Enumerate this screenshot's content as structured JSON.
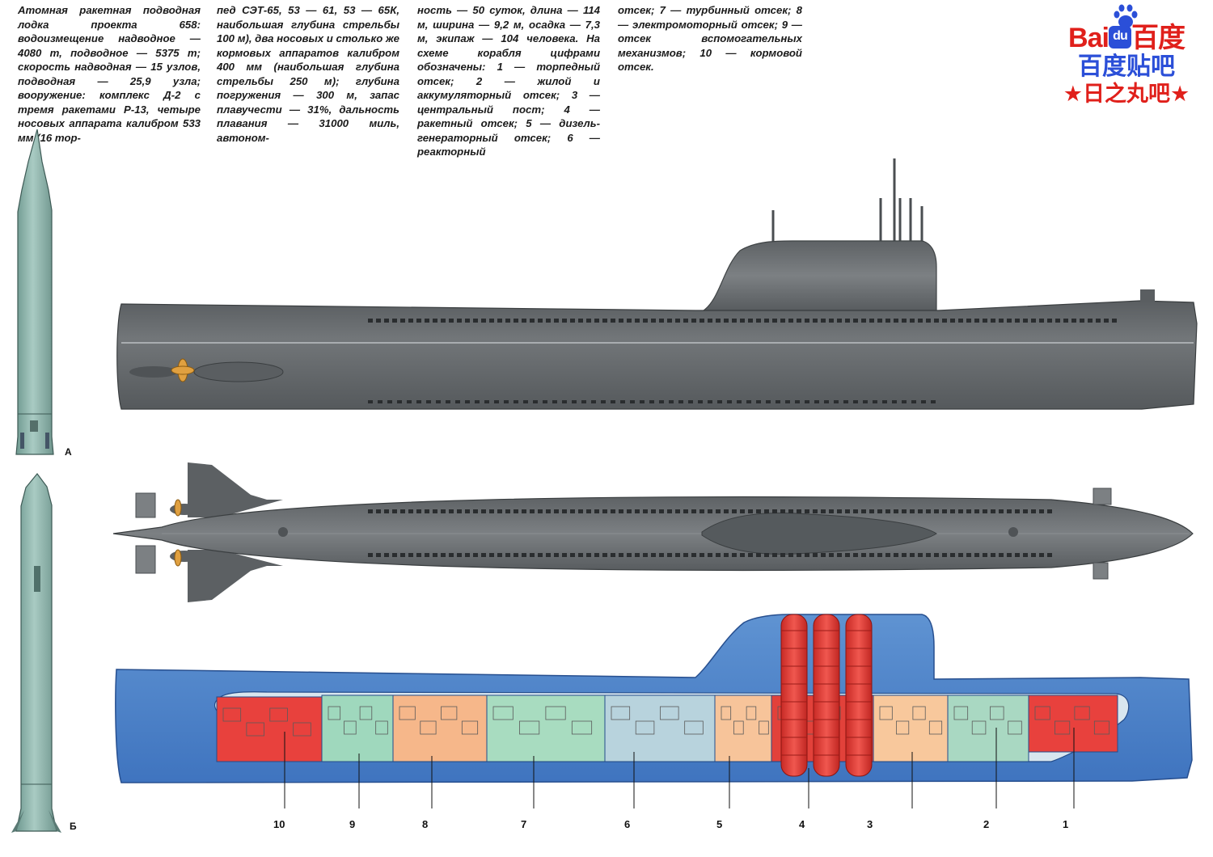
{
  "text": {
    "col1": "Атомная ракетная подводная лодка проекта 658: водоизмещение надводное — 4080 т, подводное — 5375 т; скорость надводная — 15 узлов, подводная — 25,9 узла; вооружение: комплекс Д-2 с тремя ракетами Р-13, четыре носовых аппарата калибром 533 мм (16 тор-",
    "col2": "пед СЭТ-65, 53 — 61, 53 — 65К, наибольшая глубина стрельбы 100 м), два носовых и столько же кормовых аппаратов калибром 400 мм (наибольшая глубина стрельбы 250 м); глубина погружения — 300 м, запас плавучести — 31%, дальность плавания — 31000 миль, автоном-",
    "col3": "ность — 50 суток, длина — 114 м, ширина — 9,2 м, осадка — 7,3 м, экипаж — 104 человека. На схеме корабля цифрами обозначены: 1 — торпедный отсек; 2 — жилой и аккумуляторный отсек; 3 — центральный пост; 4 — ракетный отсек; 5 — дизель-генераторный отсек; 6 — реакторный",
    "col4": "отсек; 7 — турбинный отсек; 8 — электромоторный отсек; 9 — отсек вспомогательных механизмов; 10 — кормовой отсек."
  },
  "logo": {
    "baidu_bai": "Bai",
    "baidu_du": "du",
    "baidu_cn": "百度",
    "tieba": "百度贴吧",
    "forum": "★日之丸吧★"
  },
  "missiles": {
    "a_label": "А",
    "b_label": "Б"
  },
  "compartments": [
    {
      "num": "10",
      "color": "#e8413d"
    },
    {
      "num": "9",
      "color": "#9fd8bd"
    },
    {
      "num": "8",
      "color": "#f6b78a"
    },
    {
      "num": "7",
      "color": "#a8dcc0"
    },
    {
      "num": "6",
      "color": "#b8d3dd"
    },
    {
      "num": "5",
      "color": "#f7c49a"
    },
    {
      "num": "4",
      "color": "#e2413a"
    },
    {
      "num": "3",
      "color": "#f8c89c"
    },
    {
      "num": "2",
      "color": "#a9d8c2"
    },
    {
      "num": "1",
      "color": "#e8413d"
    }
  ],
  "colors": {
    "hull": "#6d7174",
    "hull_dark": "#4f5356",
    "cutaway_outer": "#6b9dd6",
    "missile": "#8fb5ad",
    "propeller": "#e0a040"
  }
}
